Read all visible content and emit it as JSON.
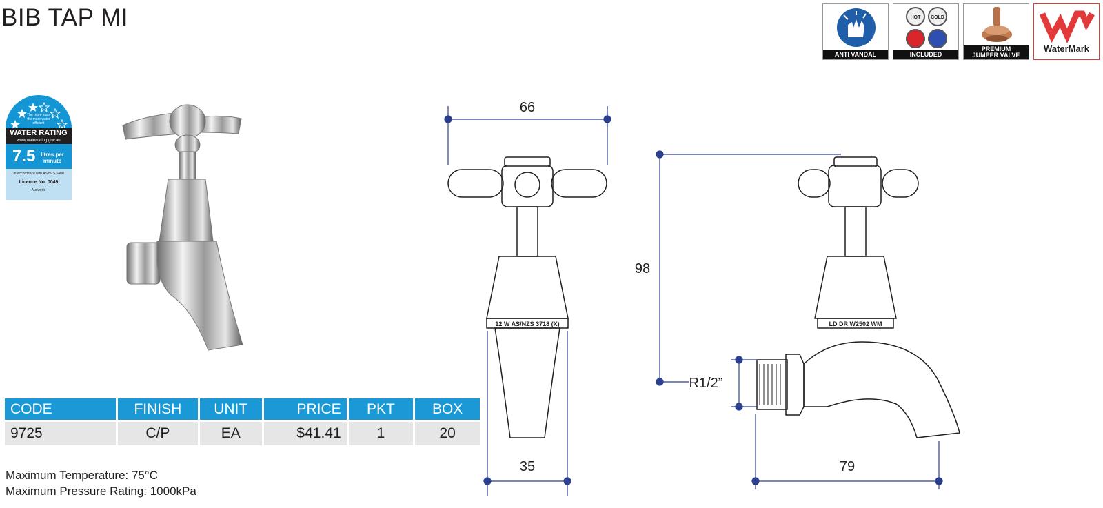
{
  "title": "BIB TAP MI",
  "badges": [
    {
      "label": "ANTI VANDAL",
      "icon": "anti-vandal-icon"
    },
    {
      "label": "INCLUDED",
      "icon": "hot-cold-indices-icon",
      "indices": [
        "HOT",
        "COLD"
      ]
    },
    {
      "label_lines": [
        "PREMIUM",
        "JUMPER VALVE"
      ],
      "icon": "jumper-valve-icon"
    },
    {
      "label": "WaterMark",
      "icon": "watermark-logo-icon"
    }
  ],
  "water_rating": {
    "stars_note": "The more stars the more water efficient",
    "heading": "WATER RATING",
    "url": "www.waterrating.gov.au",
    "value": "7.5",
    "unit": "litres per minute",
    "accordance": "In accordance with AS/NZS 6400",
    "licence": "Licence No. 0049",
    "certifier": "Ausworld",
    "stars": 3
  },
  "table": {
    "headers": [
      "CODE",
      "FINISH",
      "UNIT",
      "PRICE",
      "PKT",
      "BOX"
    ],
    "rows": [
      [
        "9725",
        "C/P",
        "EA",
        "$41.41",
        "1",
        "20"
      ]
    ]
  },
  "notes": [
    "Maximum Temperature: 75°C",
    "Maximum Pressure Rating: 1000kPa"
  ],
  "drawing": {
    "dims": {
      "top_width": "66",
      "bottom_width": "35",
      "height": "98",
      "thread": "R1/2”",
      "reach": "79"
    },
    "stamps": [
      "12 W AS/NZS 3718 (X)",
      "LD DR W2502 WM"
    ]
  },
  "colors": {
    "accent": "#1b99d6",
    "dimension_line": "#2b3f8f",
    "watermark_red": "#e23a3a"
  }
}
